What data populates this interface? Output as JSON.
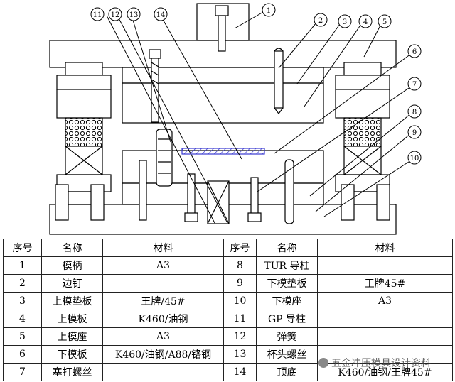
{
  "callouts": [
    "1",
    "2",
    "3",
    "4",
    "5",
    "6",
    "7",
    "8",
    "9",
    "10",
    "11",
    "12",
    "13",
    "14"
  ],
  "table": {
    "headers": [
      "序号",
      "名称",
      "材料",
      "序号",
      "名称",
      "材料"
    ],
    "rows": [
      [
        "1",
        "模柄",
        "A3",
        "8",
        "TUR 导柱",
        ""
      ],
      [
        "2",
        "边钉",
        "",
        "9",
        "下模垫板",
        "王牌45#"
      ],
      [
        "3",
        "上模垫板",
        "王牌/45#",
        "10",
        "下模座",
        "A3"
      ],
      [
        "4",
        "上模板",
        "K460/油钢",
        "11",
        "GP 导柱",
        ""
      ],
      [
        "5",
        "上模座",
        "A3",
        "12",
        "弹簧",
        ""
      ],
      [
        "6",
        "下模板",
        "K460/油钢/A88/铬钢",
        "13",
        "杯头螺丝",
        ""
      ],
      [
        "7",
        "塞打螺丝",
        "",
        "14",
        "顶底",
        "K460/油钢/王牌45#"
      ]
    ]
  },
  "watermark": "五金冲压模具设计资料",
  "colors": {
    "line": "#000000",
    "hatch": "#3a3ad0"
  }
}
